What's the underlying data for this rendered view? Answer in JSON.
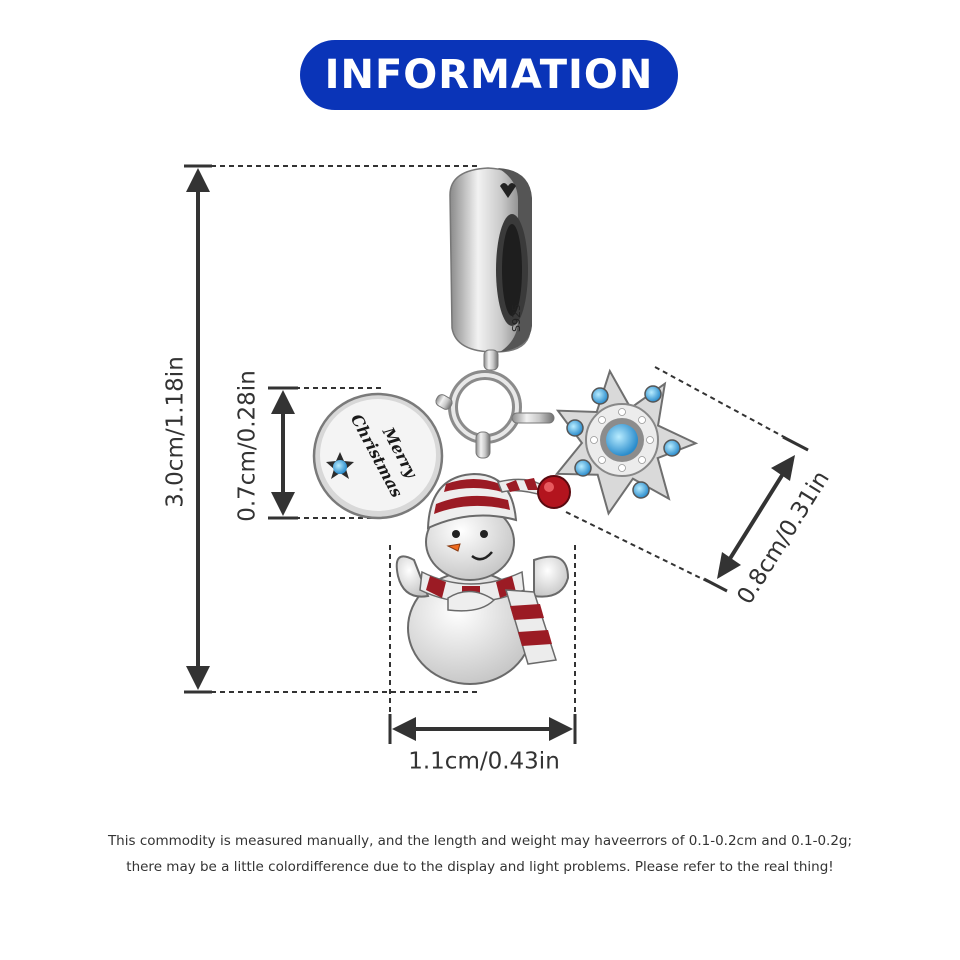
{
  "banner": {
    "title": "INFORMATION",
    "color": "#0a34b8"
  },
  "product": {
    "stamp": "S925",
    "tag_text_line1": "Merry",
    "tag_text_line2": "Christmas",
    "icons": [
      "bail-icon",
      "round-tag-charm-icon",
      "snowman-charm-icon",
      "snowflake-charm-icon"
    ],
    "colors": {
      "silver": "#c9c9c9",
      "enamel_red": "#9b1b24",
      "stone_blue": "#4fb3e6",
      "nose_orange": "#f06a1e"
    }
  },
  "dimensions": {
    "height": "3.0cm/1.18in",
    "tag": "0.7cm/0.28in",
    "width": "1.1cm/0.43in",
    "snowflake": "0.8cm/0.31in"
  },
  "disclaimer": {
    "line1": "This commodity is measured manually, and the length and weight may haveerrors of 0.1-0.2cm and 0.1-0.2g;",
    "line2": "there may be a little colordifference due to the display and light problems. Please refer to the real thing!"
  }
}
